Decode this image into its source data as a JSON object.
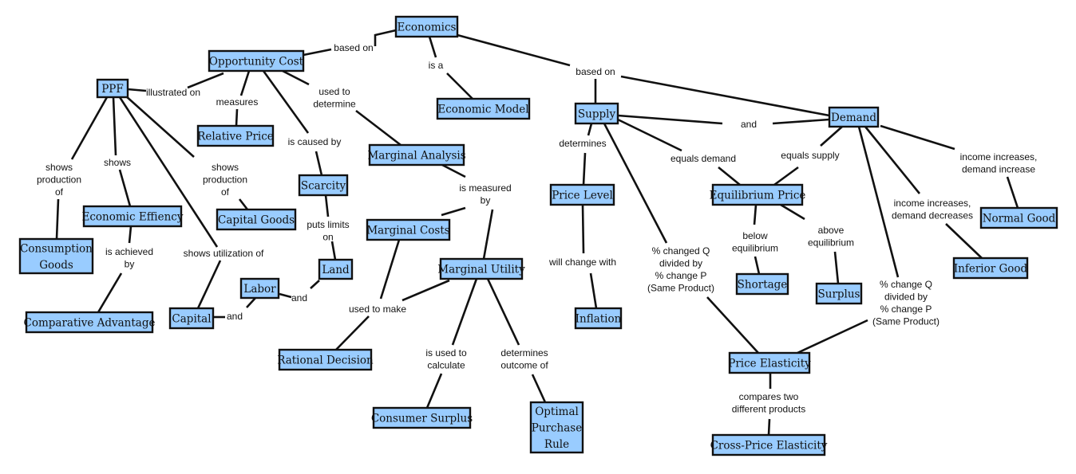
{
  "title": "Economics concept map",
  "colors": {
    "node_fill": "#99ccff",
    "node_border": "#111111",
    "line": "#111111",
    "background": "#ffffff"
  },
  "concepts": [
    {
      "id": "economics",
      "label": [
        "Economics"
      ]
    },
    {
      "id": "opportunity-cost",
      "label": [
        "Opportunity Cost"
      ]
    },
    {
      "id": "ppf",
      "label": [
        "PPF"
      ]
    },
    {
      "id": "economic-model",
      "label": [
        "Economic Model"
      ]
    },
    {
      "id": "relative-price",
      "label": [
        "Relative Price"
      ]
    },
    {
      "id": "marginal-analysis",
      "label": [
        "Marginal Analysis"
      ]
    },
    {
      "id": "scarcity",
      "label": [
        "Scarcity"
      ]
    },
    {
      "id": "economic-effiency",
      "label": [
        "Economic Effiency"
      ]
    },
    {
      "id": "capital-goods",
      "label": [
        "Capital Goods"
      ]
    },
    {
      "id": "consumption-goods",
      "label": [
        "Consumption",
        "Goods"
      ]
    },
    {
      "id": "marginal-costs",
      "label": [
        "Marginal Costs"
      ]
    },
    {
      "id": "land",
      "label": [
        "Land"
      ]
    },
    {
      "id": "marginal-utility",
      "label": [
        "Marginal Utility"
      ]
    },
    {
      "id": "labor",
      "label": [
        "Labor"
      ]
    },
    {
      "id": "capital",
      "label": [
        "Capital"
      ]
    },
    {
      "id": "comparative-advantage",
      "label": [
        "Comparative Advantage"
      ]
    },
    {
      "id": "rational-decision",
      "label": [
        "Rational Decision"
      ]
    },
    {
      "id": "consumer-surplus",
      "label": [
        "Consumer Surplus"
      ]
    },
    {
      "id": "optimal-purchase-rule",
      "label": [
        "Optimal",
        "Purchase",
        "Rule"
      ]
    },
    {
      "id": "supply",
      "label": [
        "Supply"
      ]
    },
    {
      "id": "demand",
      "label": [
        "Demand"
      ]
    },
    {
      "id": "price-level",
      "label": [
        "Price Level"
      ]
    },
    {
      "id": "inflation",
      "label": [
        "Inflation"
      ]
    },
    {
      "id": "equilibrium-price",
      "label": [
        "Equilibrium Price"
      ]
    },
    {
      "id": "shortage",
      "label": [
        "Shortage"
      ]
    },
    {
      "id": "surplus",
      "label": [
        "Surplus"
      ]
    },
    {
      "id": "normal-good",
      "label": [
        "Normal Good"
      ]
    },
    {
      "id": "inferior-good",
      "label": [
        "Inferior Good"
      ]
    },
    {
      "id": "price-elasticity",
      "label": [
        "Price Elasticity"
      ]
    },
    {
      "id": "cross-price-elasticity",
      "label": [
        "Cross-Price Elasticity"
      ]
    }
  ],
  "links": [
    {
      "id": "l1",
      "label": [
        "based on"
      ],
      "from": [
        "economics"
      ],
      "to": [
        "opportunity-cost"
      ]
    },
    {
      "id": "l2",
      "label": [
        "is a"
      ],
      "from": [
        "economics"
      ],
      "to": [
        "economic-model"
      ]
    },
    {
      "id": "l3",
      "label": [
        "based on"
      ],
      "from": [
        "economics"
      ],
      "to": [
        "supply",
        "demand"
      ]
    },
    {
      "id": "l4",
      "label": [
        "illustrated on"
      ],
      "from": [
        "opportunity-cost"
      ],
      "to": [
        "ppf"
      ]
    },
    {
      "id": "l5",
      "label": [
        "measures"
      ],
      "from": [
        "opportunity-cost"
      ],
      "to": [
        "relative-price"
      ]
    },
    {
      "id": "l6",
      "label": [
        "is caused by"
      ],
      "from": [
        "opportunity-cost"
      ],
      "to": [
        "scarcity"
      ]
    },
    {
      "id": "l7",
      "label": [
        "used to",
        "determine"
      ],
      "from": [
        "opportunity-cost"
      ],
      "to": [
        "marginal-analysis"
      ]
    },
    {
      "id": "l8",
      "label": [
        "shows",
        "production",
        "of"
      ],
      "from": [
        "ppf"
      ],
      "to": [
        "consumption-goods"
      ]
    },
    {
      "id": "l9",
      "label": [
        "shows"
      ],
      "from": [
        "ppf"
      ],
      "to": [
        "economic-effiency"
      ]
    },
    {
      "id": "l10",
      "label": [
        "shows utilization of"
      ],
      "from": [
        "ppf"
      ],
      "to": [
        "capital"
      ]
    },
    {
      "id": "l11",
      "label": [
        "shows",
        "production",
        "of"
      ],
      "from": [
        "ppf"
      ],
      "to": [
        "capital-goods"
      ]
    },
    {
      "id": "l12",
      "label": [
        "is achieved",
        "by"
      ],
      "from": [
        "economic-effiency"
      ],
      "to": [
        "comparative-advantage"
      ]
    },
    {
      "id": "l13",
      "label": [
        "puts limits",
        "on"
      ],
      "from": [
        "scarcity"
      ],
      "to": [
        "land"
      ]
    },
    {
      "id": "l14",
      "label": [
        "and"
      ],
      "from": [
        "land"
      ],
      "to": [
        "labor"
      ]
    },
    {
      "id": "l15",
      "label": [
        "and"
      ],
      "from": [
        "labor"
      ],
      "to": [
        "capital"
      ]
    },
    {
      "id": "l16",
      "label": [
        "is measured",
        "by"
      ],
      "from": [
        "marginal-analysis"
      ],
      "to": [
        "marginal-costs",
        "marginal-utility"
      ]
    },
    {
      "id": "l17",
      "label": [
        "used to make"
      ],
      "from": [
        "marginal-costs",
        "marginal-utility"
      ],
      "to": [
        "rational-decision"
      ]
    },
    {
      "id": "l18",
      "label": [
        "is used to",
        "calculate"
      ],
      "from": [
        "marginal-utility"
      ],
      "to": [
        "consumer-surplus"
      ]
    },
    {
      "id": "l19",
      "label": [
        "determines",
        "outcome of"
      ],
      "from": [
        "marginal-utility"
      ],
      "to": [
        "optimal-purchase-rule"
      ]
    },
    {
      "id": "l20",
      "label": [
        "and"
      ],
      "from": [
        "supply"
      ],
      "to": [
        "demand"
      ]
    },
    {
      "id": "l21",
      "label": [
        "determines"
      ],
      "from": [
        "supply"
      ],
      "to": [
        "price-level"
      ]
    },
    {
      "id": "l22",
      "label": [
        "will change with"
      ],
      "from": [
        "price-level"
      ],
      "to": [
        "inflation"
      ]
    },
    {
      "id": "l23",
      "label": [
        "equals demand"
      ],
      "from": [
        "supply"
      ],
      "to": [
        "equilibrium-price"
      ]
    },
    {
      "id": "l24",
      "label": [
        "equals supply"
      ],
      "from": [
        "demand"
      ],
      "to": [
        "equilibrium-price"
      ]
    },
    {
      "id": "l25",
      "label": [
        "below",
        "equilibrium"
      ],
      "from": [
        "equilibrium-price"
      ],
      "to": [
        "shortage"
      ]
    },
    {
      "id": "l26",
      "label": [
        "above",
        "equilibrium"
      ],
      "from": [
        "equilibrium-price"
      ],
      "to": [
        "surplus"
      ]
    },
    {
      "id": "l27",
      "label": [
        "% changed Q",
        "divided by",
        "% change P",
        "(Same Product)"
      ],
      "from": [
        "supply"
      ],
      "to": [
        "price-elasticity"
      ]
    },
    {
      "id": "l28",
      "label": [
        "% change Q",
        "divided by",
        "% change P",
        "(Same Product)"
      ],
      "from": [
        "demand"
      ],
      "to": [
        "price-elasticity"
      ]
    },
    {
      "id": "l29",
      "label": [
        "income increases,",
        "demand increase"
      ],
      "from": [
        "demand"
      ],
      "to": [
        "normal-good"
      ]
    },
    {
      "id": "l30",
      "label": [
        "income increases,",
        "demand decreases"
      ],
      "from": [
        "demand"
      ],
      "to": [
        "inferior-good"
      ]
    },
    {
      "id": "l31",
      "label": [
        "compares two",
        "different products"
      ],
      "from": [
        "price-elasticity"
      ],
      "to": [
        "cross-price-elasticity"
      ]
    }
  ]
}
